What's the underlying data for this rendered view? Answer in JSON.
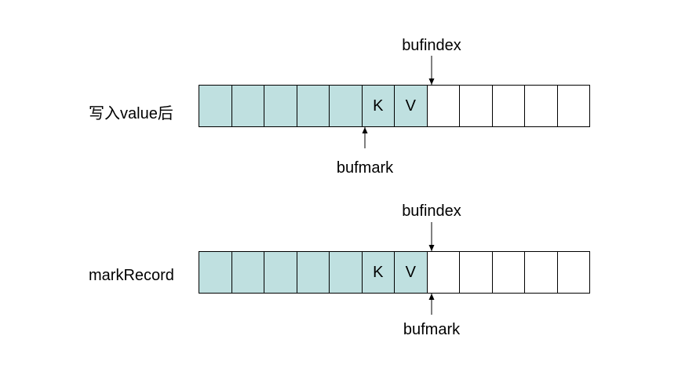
{
  "rows": [
    {
      "label": "写入value后",
      "cells": [
        "",
        "",
        "",
        "",
        "",
        "K",
        "V",
        "",
        "",
        "",
        "",
        ""
      ],
      "filled_count": 7,
      "top_pointer": {
        "label": "bufindex",
        "index": 7
      },
      "bottom_pointer": {
        "label": "bufmark",
        "index": 5
      }
    },
    {
      "label": "markRecord",
      "cells": [
        "",
        "",
        "",
        "",
        "",
        "K",
        "V",
        "",
        "",
        "",
        "",
        ""
      ],
      "filled_count": 7,
      "top_pointer": {
        "label": "bufindex",
        "index": 7
      },
      "bottom_pointer": {
        "label": "bufmark",
        "index": 7
      }
    }
  ],
  "colors": {
    "filled": "#bfe0e0",
    "empty": "#ffffff",
    "border": "#000000"
  }
}
